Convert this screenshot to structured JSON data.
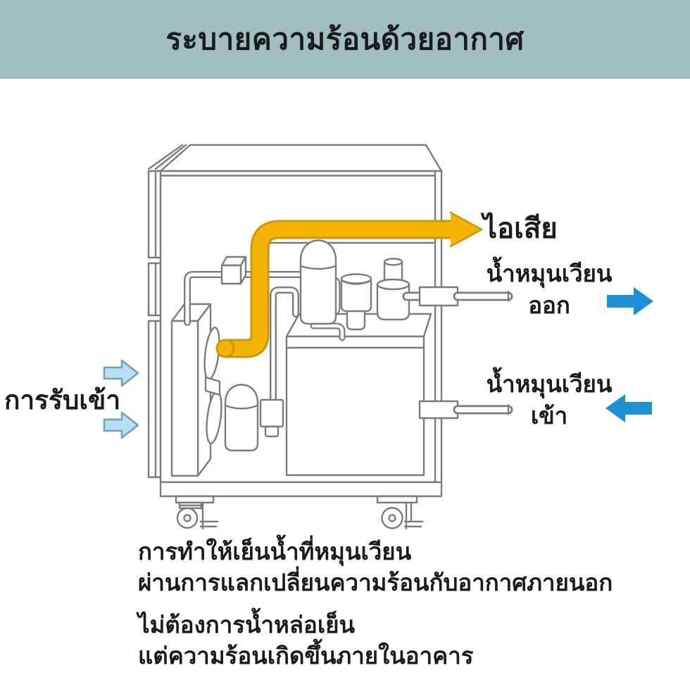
{
  "header": {
    "title": "ระบายความร้อนด้วยอากาศ",
    "bg_color": "#A1BFC1",
    "text_color": "#1B1B1B"
  },
  "labels": {
    "exhaust": "ไอเสีย",
    "water_out": {
      "line1": "น้ำหมุนเวียน",
      "line2": "ออก"
    },
    "water_in": {
      "line1": "น้ำหมุนเวียน",
      "line2": "เข้า"
    },
    "intake": "การรับเข้า"
  },
  "captions": {
    "cooling": {
      "line1": "การทำให้เย็นน้ำที่หมุนเวียน",
      "line2": "ผ่านการแลกเปลี่ยนความร้อนกับอากาศภายนอก"
    },
    "note": {
      "line1": "ไม่ต้องการน้ำหล่อเย็น",
      "line2": "แต่ความร้อนเกิดขึ้นภายในอาคาร"
    }
  },
  "colors": {
    "exhaust_arrow_fill": "#F4B403",
    "exhaust_arrow_outline": "#D29507",
    "water_arrow": "#1B90D5",
    "intake_arrow_fill": "#B9DFF4",
    "intake_arrow_outline": "#6FA0BC",
    "machine_line": "#7C7C7C",
    "background": "#FFFFFF"
  }
}
